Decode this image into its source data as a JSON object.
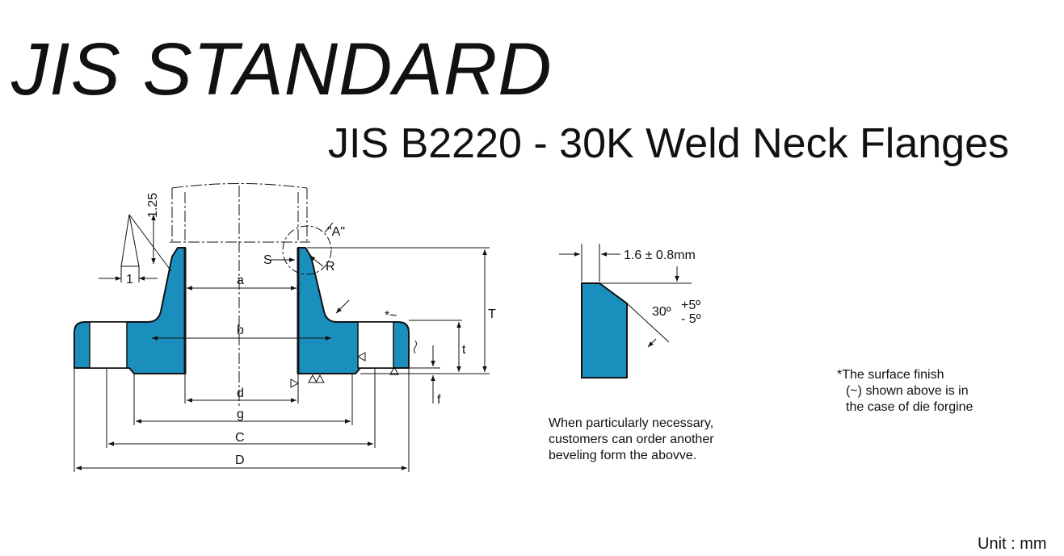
{
  "header": {
    "title": "JIS STANDARD",
    "subtitle": "JIS B2220 - 30K Weld Neck Flanges"
  },
  "colors": {
    "flange_fill": "#1a8fbd",
    "line": "#111111",
    "background": "#ffffff"
  },
  "drawing": {
    "labels": {
      "a": "a",
      "b": "b",
      "d": "d",
      "g": "g",
      "C": "C",
      "D": "D",
      "T": "T",
      "t": "t",
      "f": "f",
      "S": "S",
      "R": "R",
      "detail_a": "\"A\"",
      "dim_125": "1.25",
      "dim_1": "1",
      "surface_mark": "*~"
    }
  },
  "bevel_detail": {
    "gap": "1.6 ± 0.8mm",
    "angle": "30º",
    "tol_plus": "+5º",
    "tol_minus": "- 5º"
  },
  "notes": {
    "bevel": [
      "When particularly necessary,",
      "customers can order another",
      "beveling form the abovve."
    ],
    "surface": [
      "*The surface finish",
      "(~) shown above is in",
      "the case of die forgine"
    ]
  },
  "footer": {
    "unit": "Unit : mm"
  }
}
